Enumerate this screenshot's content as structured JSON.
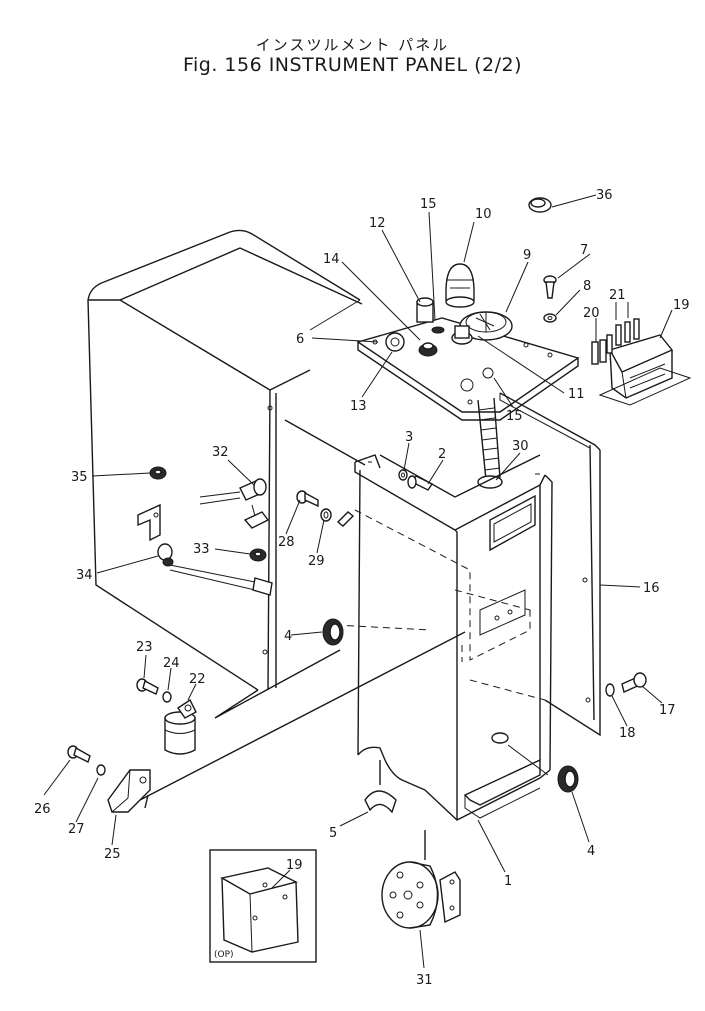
{
  "title_jp": "インスツルメント パネル",
  "title_en": "Fig. 156 INSTRUMENT PANEL (2/2)",
  "inset_label": "(OP)",
  "callouts": [
    "36",
    "15",
    "10",
    "12",
    "7",
    "9",
    "14",
    "8",
    "21",
    "20",
    "19",
    "6",
    "13",
    "11",
    "15",
    "3",
    "2",
    "30",
    "32",
    "35",
    "28",
    "29",
    "33",
    "34",
    "16",
    "4",
    "23",
    "24",
    "22",
    "17",
    "18",
    "26",
    "27",
    "25",
    "5",
    "4",
    "1",
    "19",
    "31"
  ]
}
